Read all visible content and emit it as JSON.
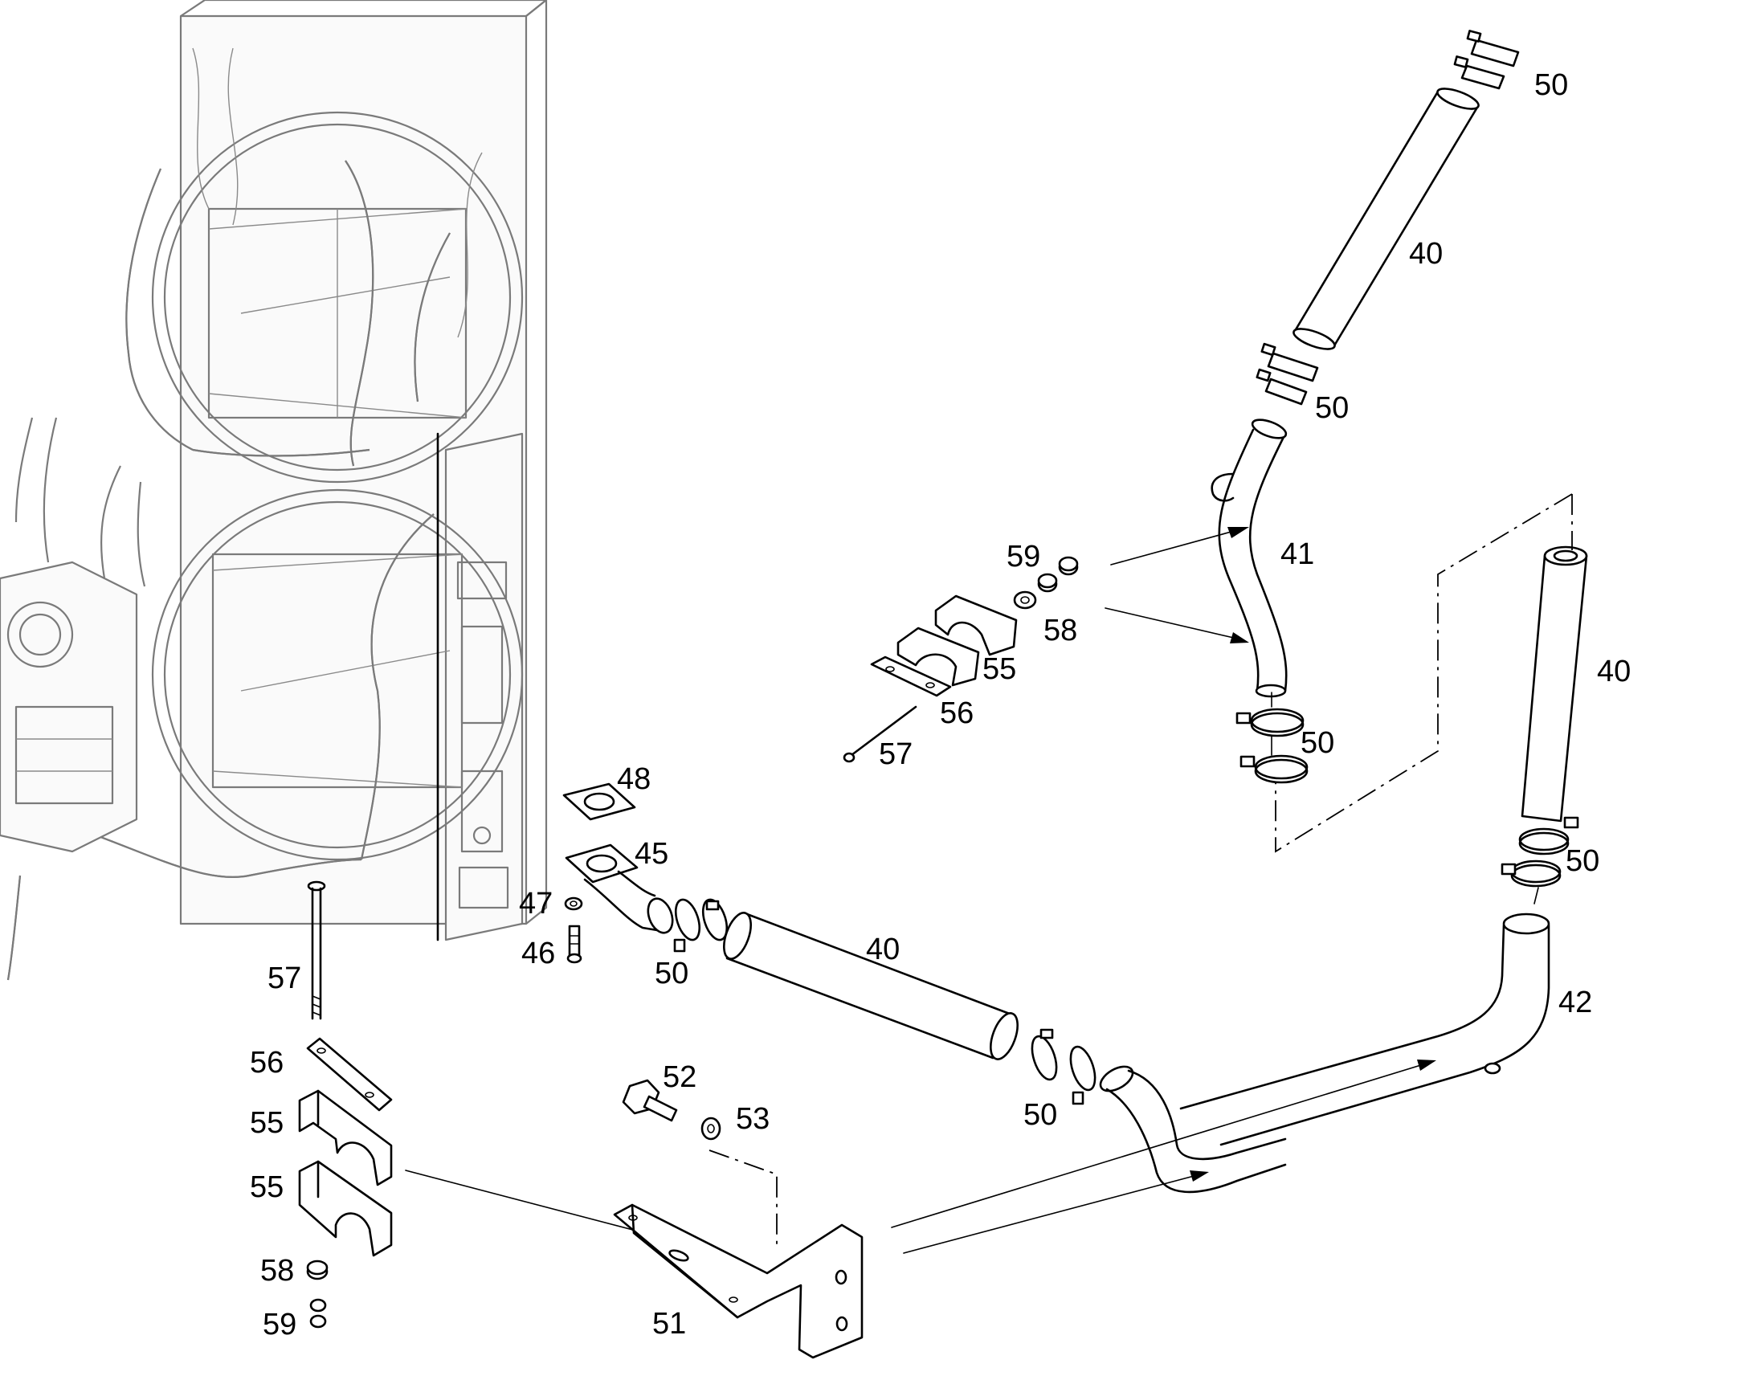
{
  "callouts": {
    "c50a": "50",
    "c40a": "40",
    "c50b": "50",
    "c41": "41",
    "c59a": "59",
    "c58a": "58",
    "c55a": "55",
    "c56a": "56",
    "c57a": "57",
    "c50c": "50",
    "c40b": "40",
    "c50d": "50",
    "c48": "48",
    "c45": "45",
    "c47": "47",
    "c46": "46",
    "c50e": "50",
    "c40c": "40",
    "c42": "42",
    "c57b": "57",
    "c56b": "56",
    "c55b": "55",
    "c55c": "55",
    "c52": "52",
    "c53": "53",
    "c50f": "50",
    "c58b": "58",
    "c59b": "59",
    "c51": "51"
  },
  "colors": {
    "line": "#000000",
    "background_assembly": "#7a7a7a",
    "paper": "#ffffff"
  }
}
